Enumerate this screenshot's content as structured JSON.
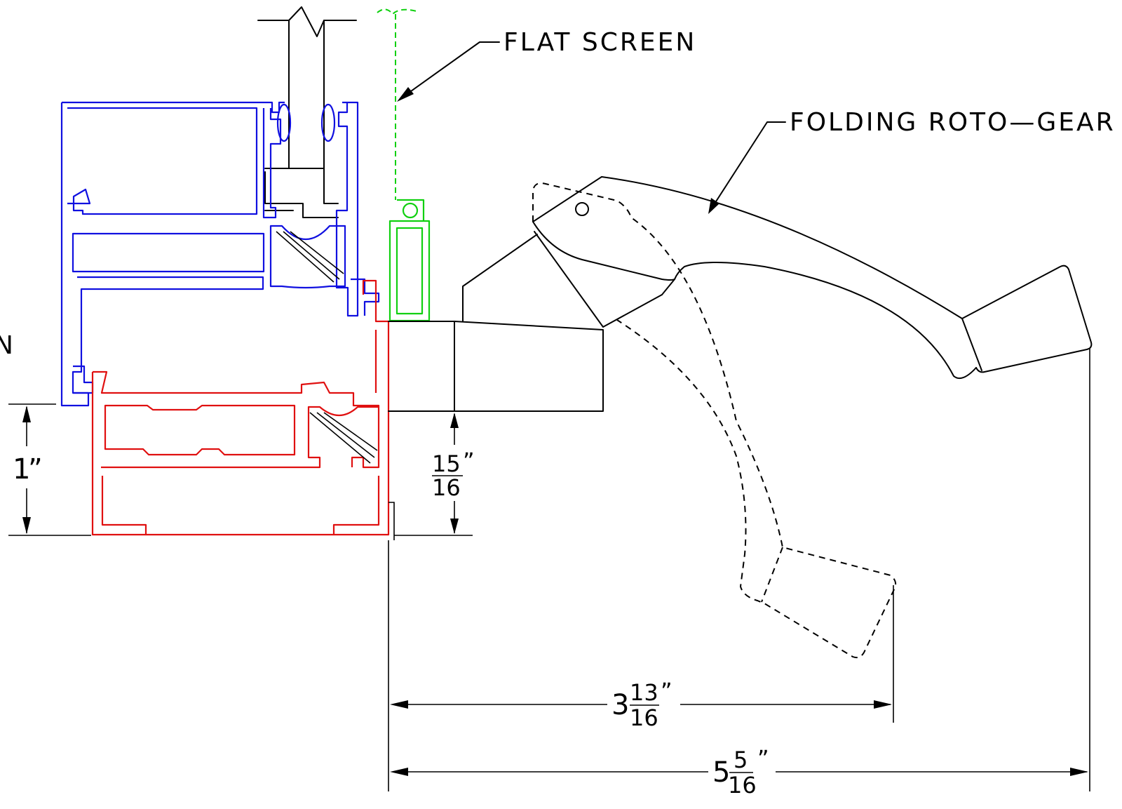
{
  "labels": {
    "flat_screen": "FLAT SCREEN",
    "folding_roto_gear": "FOLDING ROTO—GEAR",
    "edge_glyph": "N"
  },
  "dimensions": {
    "height_sill": {
      "whole": "1",
      "unit": "”"
    },
    "height_handle": {
      "whole": "",
      "num": "15",
      "den": "16",
      "unit": "”"
    },
    "reach_folded": {
      "whole": "3",
      "num": "13",
      "den": "16",
      "unit": "”"
    },
    "reach_extended": {
      "whole": "5",
      "num": "5",
      "den": "16",
      "unit": "”"
    }
  },
  "colors": {
    "sash_frame": "#1010e0",
    "main_frame": "#e01010",
    "screen": "#10d010",
    "linework": "#000000"
  }
}
